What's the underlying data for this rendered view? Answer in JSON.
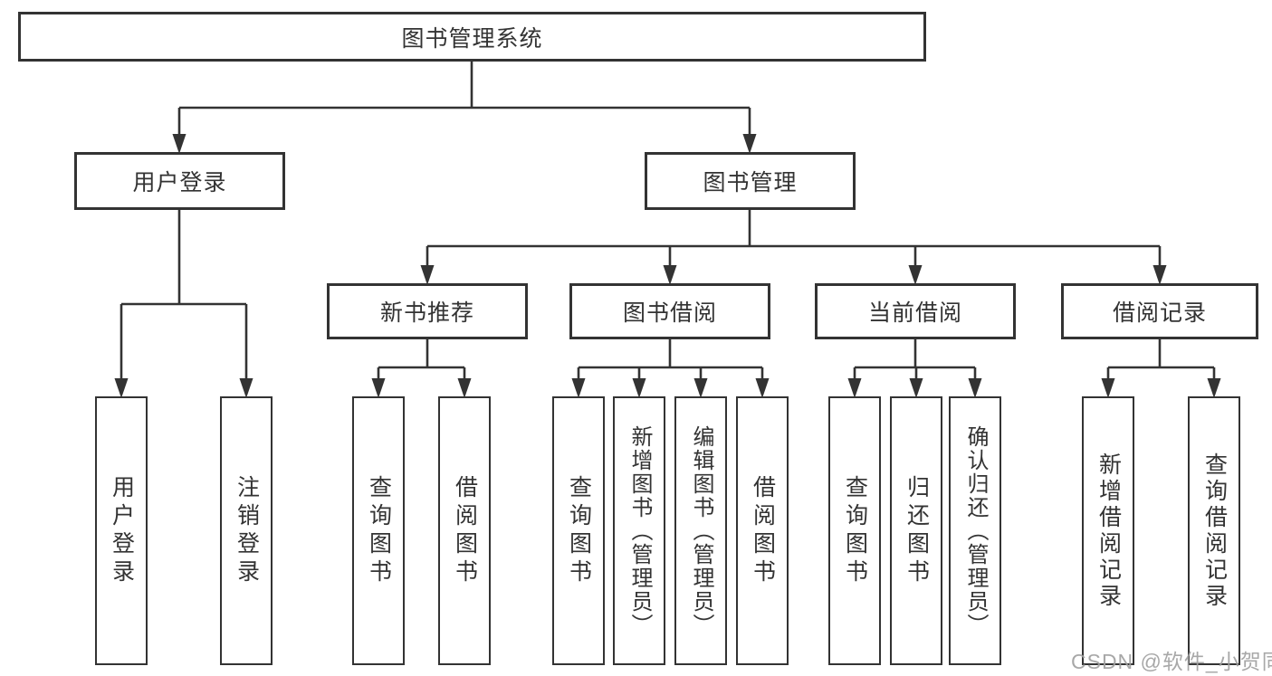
{
  "root": {
    "label": "图书管理系统"
  },
  "level2": {
    "user_login": {
      "label": "用户登录"
    },
    "book_mgmt": {
      "label": "图书管理"
    }
  },
  "level3": {
    "new_book_rec": {
      "label": "新书推荐"
    },
    "book_borrow": {
      "label": "图书借阅"
    },
    "current_borrow": {
      "label": "当前借阅"
    },
    "borrow_records": {
      "label": "借阅记录"
    }
  },
  "leaves": {
    "ul_user_login": {
      "label": "用户登录"
    },
    "ul_logout": {
      "label": "注销登录"
    },
    "nr_query_book": {
      "label": "查询图书"
    },
    "nr_borrow_book": {
      "label": "借阅图书"
    },
    "bb_query_book": {
      "label": "查询图书"
    },
    "bb_add_book": {
      "label": "新增图书（管理员）"
    },
    "bb_edit_book": {
      "label": "编辑图书（管理员）"
    },
    "bb_borrow_book": {
      "label": "借阅图书"
    },
    "cb_query_book": {
      "label": "查询图书"
    },
    "cb_return_book": {
      "label": "归还图书"
    },
    "cb_confirm_return": {
      "label": "确认归还（管理员）"
    },
    "br_add_record": {
      "label": "新增借阅记录"
    },
    "br_query_record": {
      "label": "查询借阅记录"
    }
  },
  "colors": {
    "line": "#333333",
    "box_background": "#ffffff",
    "watermark": "#9e9e9e"
  },
  "watermark": {
    "text": "CSDN @软件_小贺同学"
  }
}
